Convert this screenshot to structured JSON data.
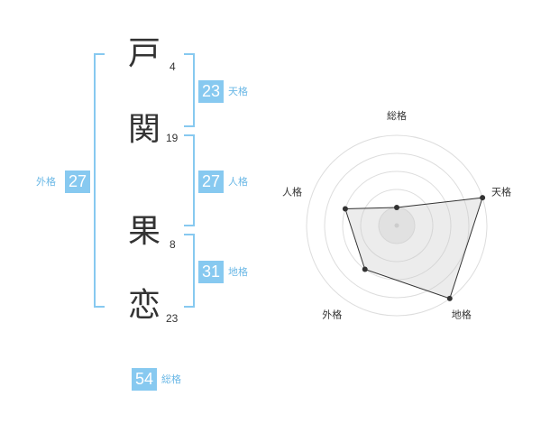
{
  "characters": [
    {
      "char": "戸",
      "strokes": "4"
    },
    {
      "char": "関",
      "strokes": "19"
    },
    {
      "char": "果",
      "strokes": "8"
    },
    {
      "char": "恋",
      "strokes": "23"
    }
  ],
  "fortunes": {
    "tenkaku": {
      "value": "23",
      "label": "天格"
    },
    "jinkaku": {
      "value": "27",
      "label": "人格"
    },
    "chikaku": {
      "value": "31",
      "label": "地格"
    },
    "gaikaku": {
      "value": "27",
      "label": "外格"
    },
    "soukaku": {
      "value": "54",
      "label": "総格"
    }
  },
  "colors": {
    "accent": "#87c9f0",
    "label": "#6bb8e6",
    "text": "#333333"
  },
  "chart_data": {
    "type": "radar",
    "axes": [
      "総格",
      "天格",
      "地格",
      "外格",
      "人格"
    ],
    "values": [
      1,
      5,
      5,
      3,
      3
    ],
    "range": [
      0,
      5
    ],
    "rings": 5
  }
}
